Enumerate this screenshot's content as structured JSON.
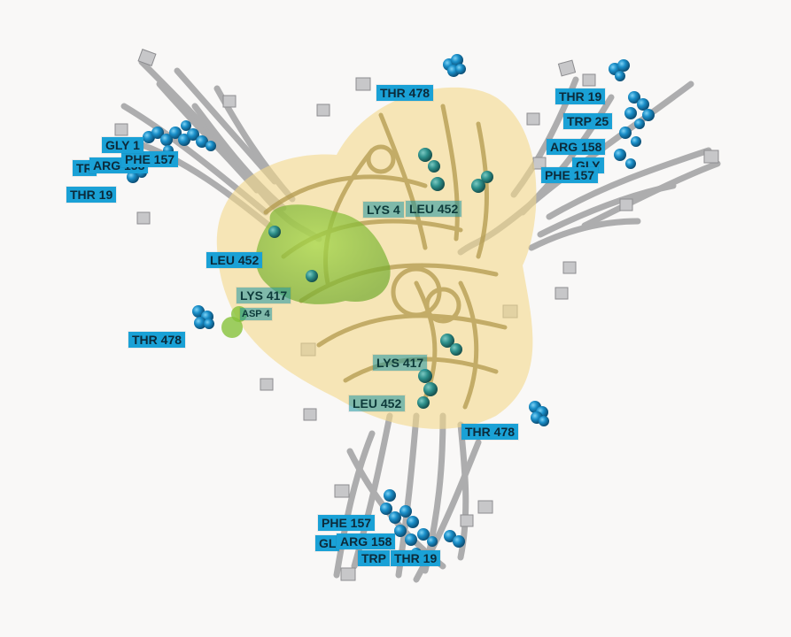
{
  "labels": [
    {
      "name": "label-thr478-top",
      "text": "THR 478"
    },
    {
      "name": "label-thr19-nw",
      "text": "THR 19"
    },
    {
      "name": "label-trp-nw",
      "text": "TR"
    },
    {
      "name": "label-arg158-nw",
      "text": "ARG 158"
    },
    {
      "name": "label-phe157-nw",
      "text": "PHE 157"
    },
    {
      "name": "label-gly-nw",
      "text": "GLY 1"
    },
    {
      "name": "label-thr19-ne",
      "text": "THR 19"
    },
    {
      "name": "label-trp25-ne",
      "text": "TRP 25"
    },
    {
      "name": "label-arg158-ne",
      "text": "ARG 158"
    },
    {
      "name": "label-gly-ne",
      "text": "GLY"
    },
    {
      "name": "label-phe157-ne",
      "text": "PHE 157"
    },
    {
      "name": "label-lys417-center",
      "text": "LYS 4"
    },
    {
      "name": "label-leu452-center",
      "text": "LEU 452"
    },
    {
      "name": "label-leu452-left",
      "text": "LEU 452"
    },
    {
      "name": "label-lys417-left",
      "text": "LYS 417"
    },
    {
      "name": "label-asp-left",
      "text": "ASP 4"
    },
    {
      "name": "label-thr478-left",
      "text": "THR 478"
    },
    {
      "name": "label-lys417-bottom",
      "text": "LYS 417"
    },
    {
      "name": "label-leu452-bottom",
      "text": "LEU 452"
    },
    {
      "name": "label-thr478-right",
      "text": "THR 478"
    },
    {
      "name": "label-phe157-s",
      "text": "PHE 157"
    },
    {
      "name": "label-gly-s",
      "text": "GL"
    },
    {
      "name": "label-arg158-s",
      "text": "ARG 158"
    },
    {
      "name": "label-trp-s",
      "text": "TRP"
    },
    {
      "name": "label-thr19-s",
      "text": "THR 19"
    }
  ],
  "colors": {
    "background": "#f9f8f7",
    "ribbon": "#a9a9ab",
    "ribbon_gold": "#b39a4d",
    "surface": "#f3d98a",
    "highlight_green": "#86c23a",
    "atom_blue": "#1a8fc9",
    "atom_teal": "#2d8f8a",
    "label_bg": "#1aa1d6"
  }
}
